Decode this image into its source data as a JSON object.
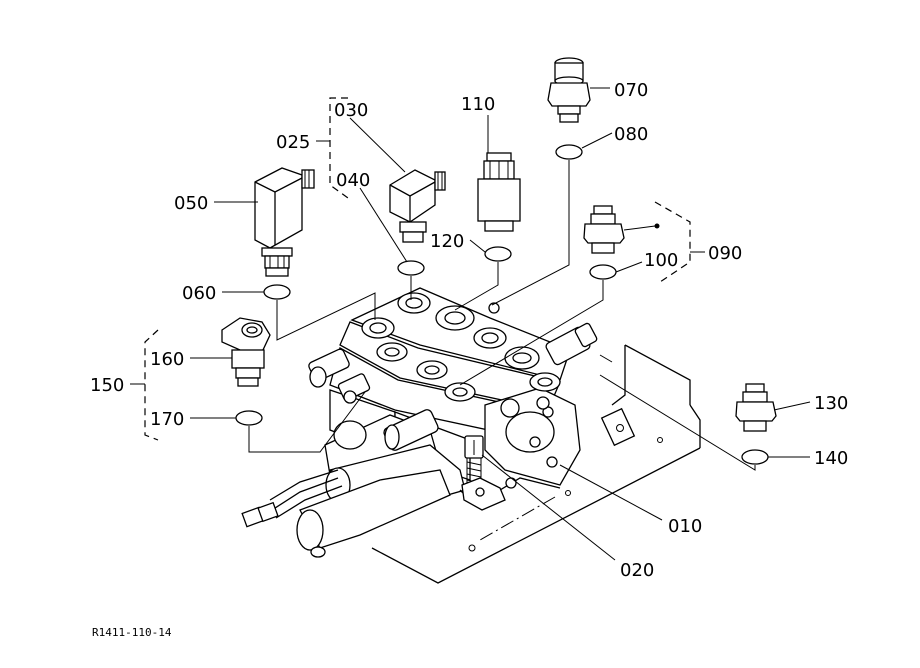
{
  "callouts": {
    "c010": "010",
    "c020": "020",
    "c025": "025",
    "c030": "030",
    "c040": "040",
    "c050": "050",
    "c060": "060",
    "c070": "070",
    "c080": "080",
    "c090": "090",
    "c100": "100",
    "c110": "110",
    "c120": "120",
    "c130": "130",
    "c140": "140",
    "c150": "150",
    "c160": "160",
    "c170": "170"
  },
  "figure_code": "R1411-110-14"
}
